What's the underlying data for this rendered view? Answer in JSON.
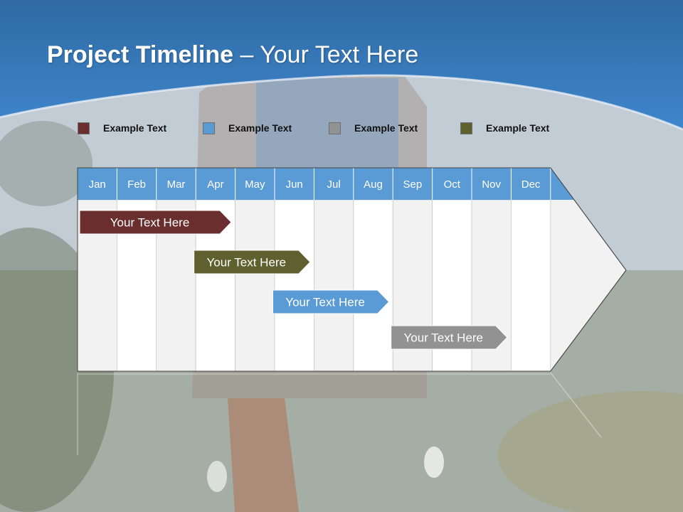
{
  "title": {
    "bold": "Project Timeline",
    "rest": " – Your Text Here"
  },
  "colors": {
    "dark_red": "#6b2e2f",
    "blue": "#5b9bd5",
    "gray": "#929292",
    "olive": "#5f602f",
    "header_blue": "#5b9bd5"
  },
  "legend": [
    {
      "label": "Example Text",
      "color": "#6b2e2f"
    },
    {
      "label": "Example Text",
      "color": "#5b9bd5"
    },
    {
      "label": "Example Text",
      "color": "#929292"
    },
    {
      "label": "Example Text",
      "color": "#5f602f"
    }
  ],
  "months": [
    "Jan",
    "Feb",
    "Mar",
    "Apr",
    "May",
    "Jun",
    "Jul",
    "Aug",
    "Sep",
    "Oct",
    "Nov",
    "Dec"
  ],
  "tasks": [
    {
      "label": "Your  Text Here",
      "start_month": 0,
      "end_month": 3.9,
      "color": "#6b2e2f"
    },
    {
      "label": "Your  Text Here",
      "start_month": 2.9,
      "end_month": 5.9,
      "color": "#5f602f"
    },
    {
      "label": "Your  Text Here",
      "start_month": 4.9,
      "end_month": 7.9,
      "color": "#5b9bd5"
    },
    {
      "label": "Your  Text Here",
      "start_month": 7.9,
      "end_month": 10.9,
      "color": "#929292"
    }
  ]
}
